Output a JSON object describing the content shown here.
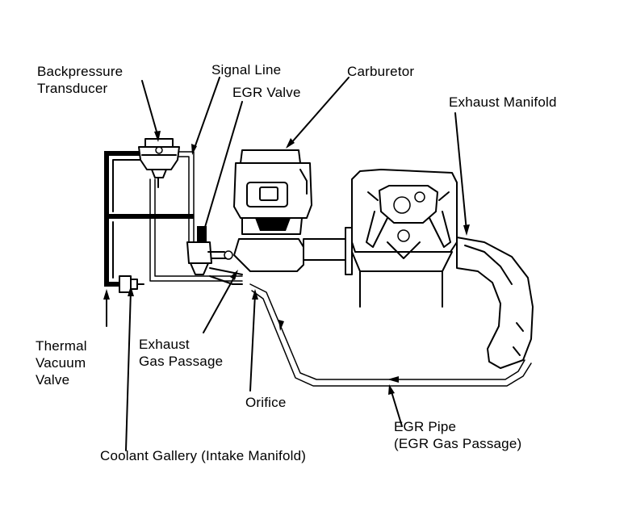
{
  "labels": {
    "backpressure_transducer": [
      "Backpressure",
      "Transducer"
    ],
    "signal_line": "Signal Line",
    "carburetor": "Carburetor",
    "egr_valve": "EGR Valve",
    "exhaust_manifold": "Exhaust Manifold",
    "thermal_vacuum_valve": [
      "Thermal",
      "Vacuum",
      "Valve"
    ],
    "exhaust_gas_passage": [
      "Exhaust",
      "Gas Passage"
    ],
    "orifice": "Orifice",
    "egr_pipe": [
      "EGR Pipe",
      "(EGR Gas Passage)"
    ],
    "coolant_gallery": "Coolant Gallery (Intake Manifold)"
  }
}
